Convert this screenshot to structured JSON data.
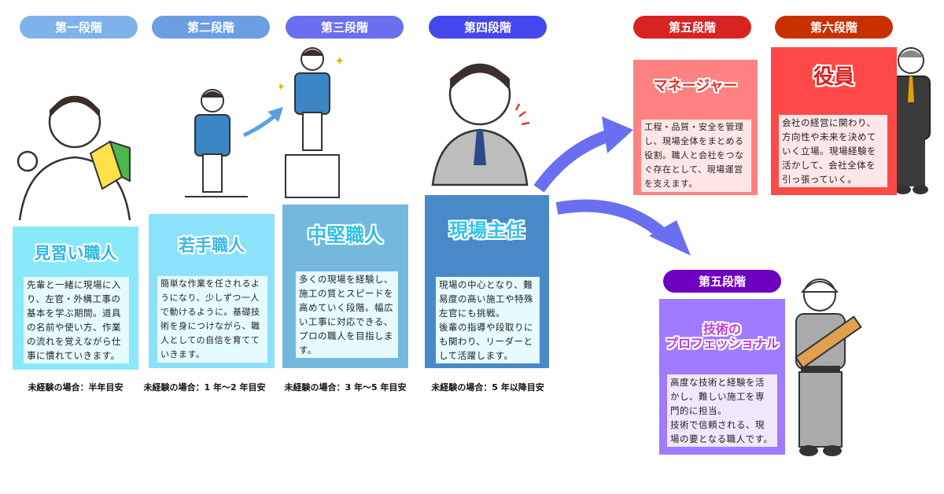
{
  "stages": [
    {
      "label": "第一段階",
      "color": "#7fb2ea",
      "title": "見習い職人",
      "title_color": "#2ab8e0",
      "box_color": "#8ae8fb",
      "desc": "先輩と一緒に現場に入\nり、左官・外構工事の\n基本を学ぶ期間。道具\nの名前や使い方、作業\nの流れを覚えながら仕\n事に慣れていきます。",
      "footer": "未経験の場合：半年目安"
    },
    {
      "label": "第二段階",
      "color": "#6c9ee4",
      "title": "若手職人",
      "title_color": "#3ab8e8",
      "box_color": "#8ce2fb",
      "desc": "簡単な作業を任されるよ\nうになり、少しずつ一人\nで動けるように。基礎技\n術を身につけながら、職\n人としての自信を育てて\nいきます。",
      "footer": "未経験の場合：1 年〜2 年目安"
    },
    {
      "label": "第三段階",
      "color": "#6a6ff0",
      "title": "中堅職人",
      "title_color": "#2ec0e6",
      "box_color": "#74b9dd",
      "desc": "多くの現場を経験し、\n施工の質とスピードを\n高めていく段階。幅広\nい工事に対応できる、\nプロの職人を目指しま\nす。",
      "footer": "未経験の場合：3 年〜5 年目安"
    },
    {
      "label": "第四段階",
      "color": "#4447ee",
      "title": "現場主任",
      "title_color": "#30c4ea",
      "box_color": "#4a89c7",
      "desc": "現場の中心となり、難\n易度の高い施工や特殊\n左官にも挑戦。\n後輩の指導や段取りに\nも関わり、リーダーと\nして活躍します。",
      "footer": "未経験の場合：5 年以降目安"
    },
    {
      "label": "第五段階",
      "color": "#d92222",
      "title": "マネージャー",
      "title_color": "#e0302a",
      "box_color": "#ff8282",
      "desc": "工程・品質・安全を管理\nし、現場全体をまとめる\n役割。職人と会社をつな\nぐ存在として、現場運営\nを支えます。"
    },
    {
      "label": "第六段階",
      "color": "#c93000",
      "title": "役員",
      "title_color": "#e02020",
      "box_color": "#ff4848",
      "desc": "会社の経営に関わり、\n方向性や未来を決めて\nいく立場。現場経験を\n活かして、会社全体を\n引っ張っていく。"
    },
    {
      "label": "第五段階",
      "color": "#6f00c0",
      "title": "技術の\nプロフェッショナル",
      "title_color": "#c23ad8",
      "box_color": "#9f7bff",
      "desc": "高度な技術と経験を活\nかし、難しい施工を専\n門的に担当。\n技術で信頼される、現\n場の要となる職人です。"
    }
  ],
  "arrow_color": "#6a6ef0"
}
